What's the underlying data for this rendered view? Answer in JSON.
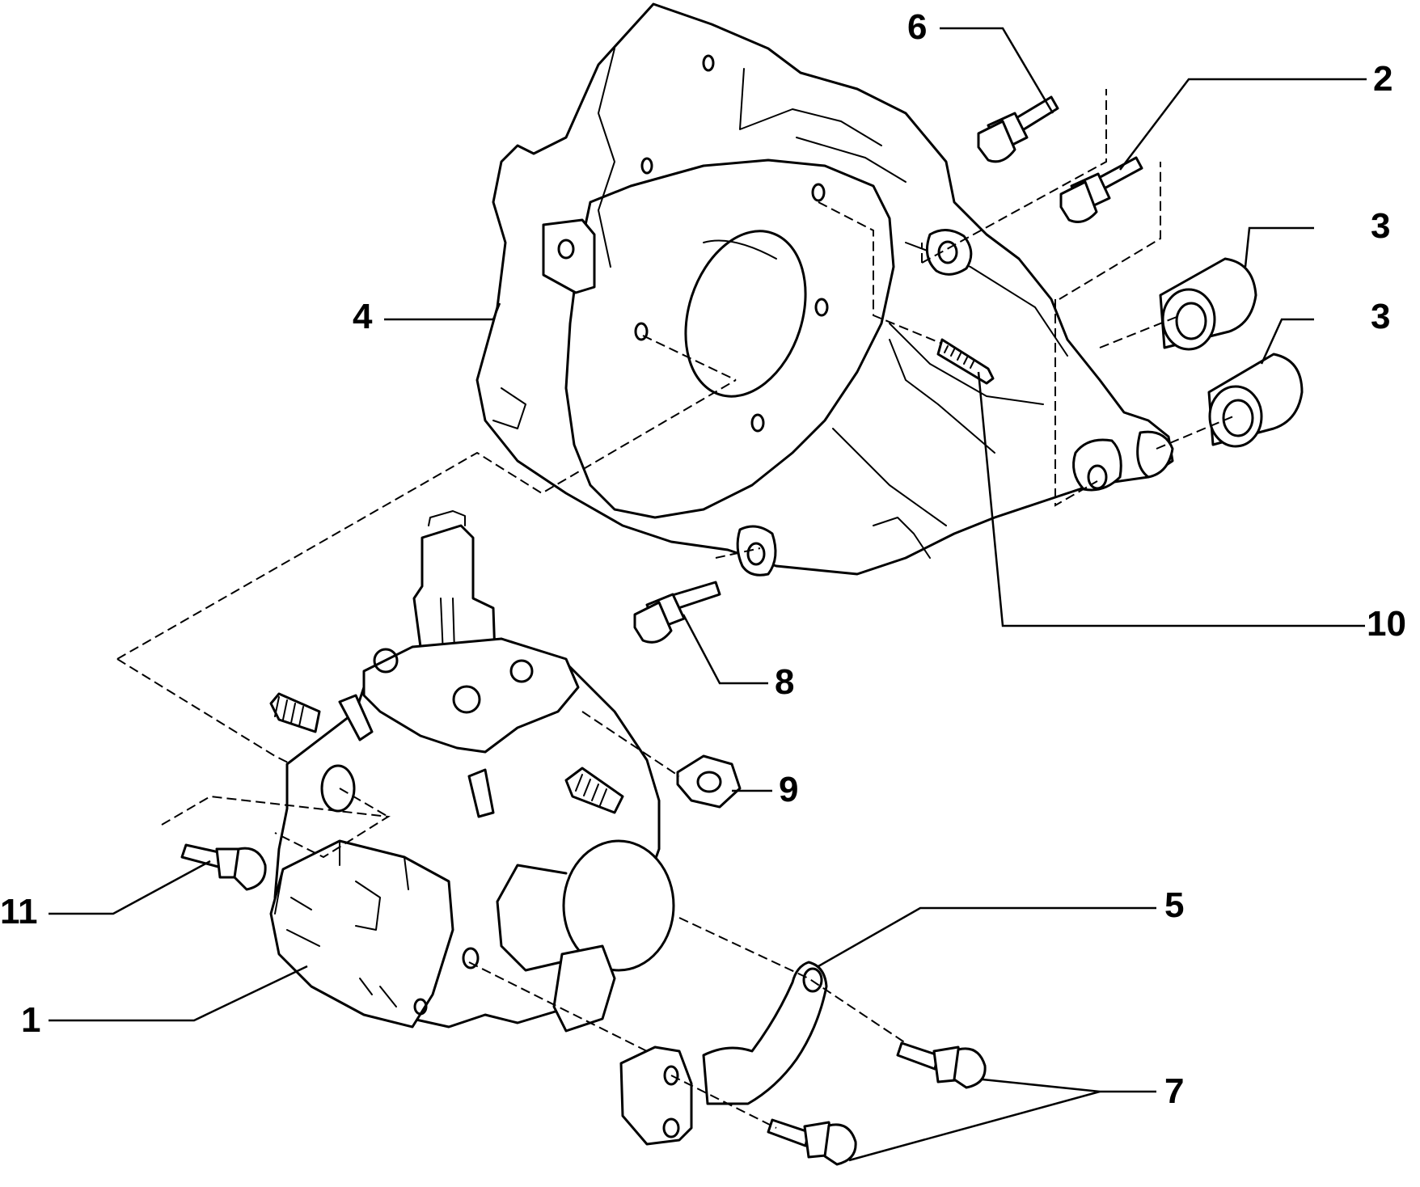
{
  "callouts": [
    {
      "id": "c1",
      "text": "1"
    },
    {
      "id": "c2",
      "text": "2"
    },
    {
      "id": "c3a",
      "text": "3"
    },
    {
      "id": "c3b",
      "text": "3"
    },
    {
      "id": "c4",
      "text": "4"
    },
    {
      "id": "c5",
      "text": "5"
    },
    {
      "id": "c6",
      "text": "6"
    },
    {
      "id": "c7",
      "text": "7"
    },
    {
      "id": "c8",
      "text": "8"
    },
    {
      "id": "c9",
      "text": "9"
    },
    {
      "id": "c10",
      "text": "10"
    },
    {
      "id": "c11",
      "text": "11"
    }
  ]
}
